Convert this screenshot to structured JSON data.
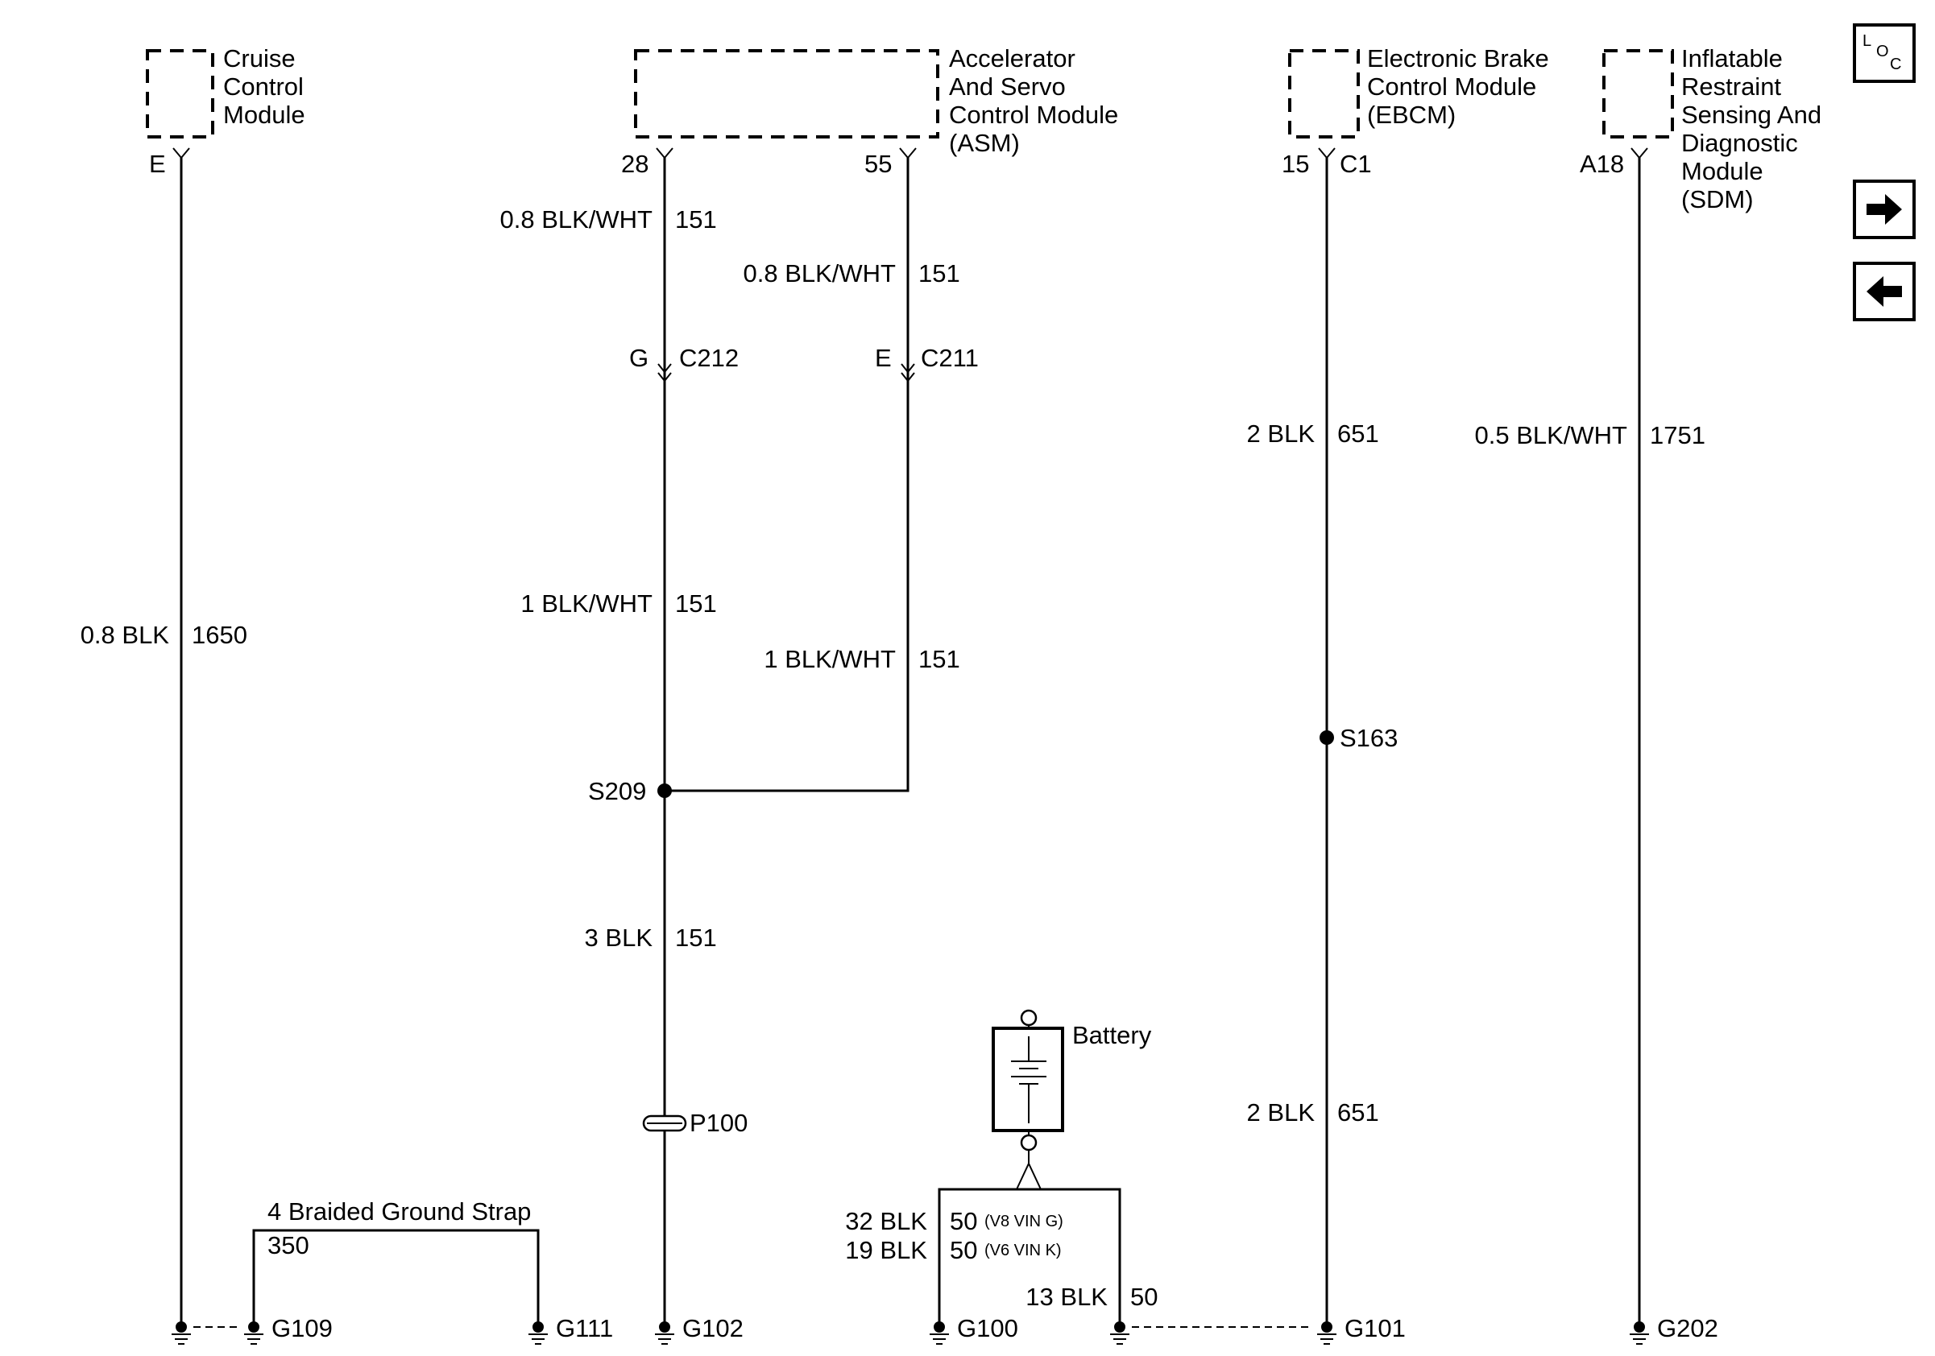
{
  "nav": {
    "loc_glyph_l": "L",
    "loc_glyph_o": "O",
    "loc_glyph_c": "C"
  },
  "modules": {
    "cruise": [
      "Cruise",
      "Control",
      "Module"
    ],
    "asm": [
      "Accelerator",
      "And Servo",
      "Control Module",
      "(ASM)"
    ],
    "ebcm": [
      "Electronic Brake",
      "Control Module",
      "(EBCM)"
    ],
    "sdm": [
      "Inflatable",
      "Restraint",
      "Sensing And",
      "Diagnostic",
      "Module",
      "(SDM)"
    ]
  },
  "pins": {
    "cruise": "E",
    "asm_left": "28",
    "asm_right": "55",
    "ebcm_pin": "15",
    "ebcm_conn": "C1",
    "sdm": "A18"
  },
  "connectors": {
    "left_pin": "G",
    "left_name": "C212",
    "right_pin": "E",
    "right_name": "C211"
  },
  "wires": {
    "cruise_size": "0.8 BLK",
    "cruise_circuit": "1650",
    "asm_left_top_size": "0.8 BLK/WHT",
    "asm_left_top_circuit": "151",
    "asm_right_top_size": "0.8 BLK/WHT",
    "asm_right_top_circuit": "151",
    "asm_left_mid_size": "1 BLK/WHT",
    "asm_left_mid_circuit": "151",
    "asm_right_mid_size": "1 BLK/WHT",
    "asm_right_mid_circuit": "151",
    "trunk_size": "3 BLK",
    "trunk_circuit": "151",
    "ebcm_top_size": "2 BLK",
    "ebcm_top_circuit": "651",
    "ebcm_bottom_size": "2 BLK",
    "ebcm_bottom_circuit": "651",
    "sdm_size": "0.5 BLK/WHT",
    "sdm_circuit": "1751",
    "strap_label": "4 Braided Ground Strap",
    "strap_circuit": "350",
    "batt_a_size": "32 BLK",
    "batt_a_circuit": "50",
    "batt_a_note": "(V8 VIN G)",
    "batt_b_size": "19 BLK",
    "batt_b_circuit": "50",
    "batt_b_note": "(V6 VIN K)",
    "batt_right_size": "13 BLK",
    "batt_right_circuit": "50"
  },
  "splices": {
    "s209": "S209",
    "s163": "S163",
    "p100": "P100"
  },
  "battery": {
    "label": "Battery"
  },
  "grounds": {
    "g109": "G109",
    "g111": "G111",
    "g102": "G102",
    "g100": "G100",
    "g101": "G101",
    "g202": "G202"
  }
}
